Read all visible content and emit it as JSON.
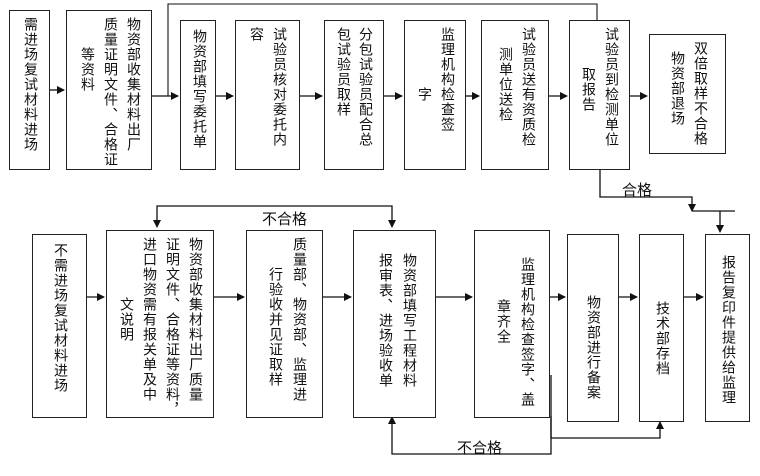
{
  "boxes": {
    "need_retest": [
      "需进场复试材料进场"
    ],
    "collect_docs_top": [
      "物资部收集材料出厂",
      "质量证明文件、合格证",
      "等资料"
    ],
    "fill_request": [
      "物资部填写委托单"
    ],
    "verify_request": [
      "试验员核对委托内",
      "容"
    ],
    "subcontract_sampling": [
      "分包试验员配合总",
      "包试验员取样"
    ],
    "supervisor_sign_top": [
      "监理机构检查签",
      "字"
    ],
    "send_to_lab": [
      "试验员送有资质检",
      "测单位送检"
    ],
    "collect_report": [
      "试验员到检测单位",
      "取报告"
    ],
    "double_sampling": [
      "双倍取样不合格",
      "物资部退场"
    ],
    "no_retest": [
      "不需进场复试材料进场"
    ],
    "collect_docs_bottom": [
      "物资部收集材料出厂质量",
      "证明文件、合格证等资料，",
      "进口物资需有报关单及中",
      "文说明"
    ],
    "joint_inspection": [
      "质量部、物资部、监理进",
      "行验收并见证取样"
    ],
    "fill_report_form": [
      "物资部填写工程材料",
      "报审表、进场验收单"
    ],
    "supervisor_sign_bottom": [
      "监理机构检查签字、盖",
      "章齐全"
    ],
    "material_record": [
      "物资部进行备案"
    ],
    "tech_archive": [
      "技术部存档"
    ],
    "report_copy": [
      "报告复印件提供给监理"
    ]
  },
  "labels": {
    "pass": "合格",
    "fail_top": "不合格",
    "fail_bottom": "不合格"
  }
}
